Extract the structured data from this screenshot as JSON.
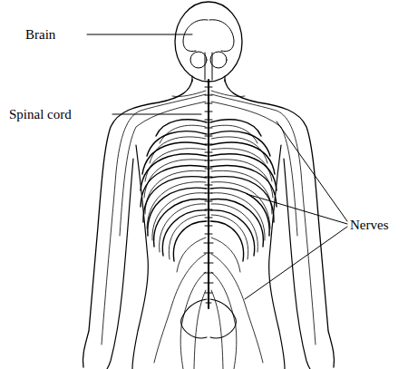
{
  "diagram": {
    "labels": [
      "Brain",
      "Spinal cord",
      "Nerves"
    ]
  }
}
